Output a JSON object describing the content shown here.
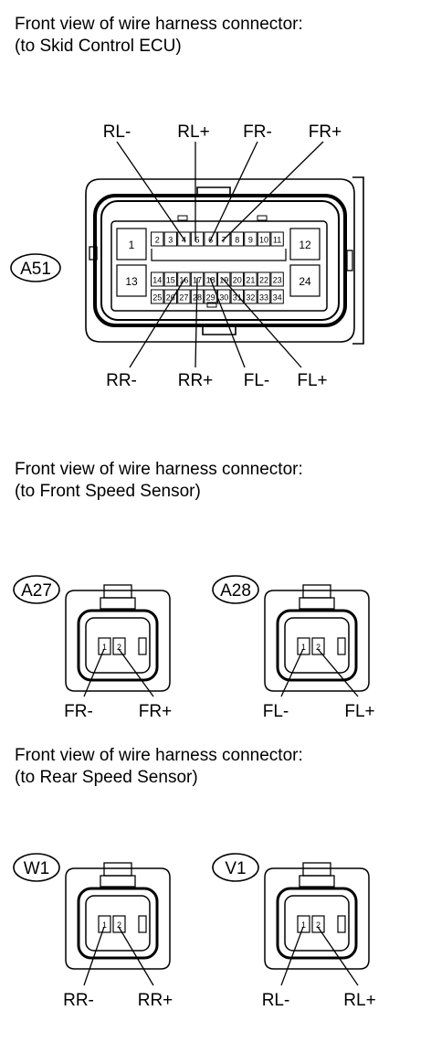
{
  "sections": [
    {
      "line1": "Front view of wire harness connector:",
      "line2": "(to Skid Control ECU)"
    },
    {
      "line1": "Front view of wire harness connector:",
      "line2": "(to Front Speed Sensor)"
    },
    {
      "line1": "Front view of wire harness connector:",
      "line2": "(to Rear Speed Sensor)"
    }
  ],
  "ecu": {
    "code": "A51",
    "top_labels": [
      "RL-",
      "RL+",
      "FR-",
      "FR+"
    ],
    "bottom_labels": [
      "RR-",
      "RR+",
      "FL-",
      "FL+"
    ],
    "pins": {
      "p1": "1",
      "p12": "12",
      "p13": "13",
      "p24": "24",
      "row1": [
        "2",
        "3",
        "4",
        "5",
        "6",
        "7",
        "8",
        "9",
        "10",
        "11"
      ],
      "row2": [
        "14",
        "15",
        "16",
        "17",
        "18",
        "19",
        "20",
        "21",
        "22",
        "23"
      ],
      "row3": [
        "25",
        "26",
        "27",
        "28",
        "29",
        "30",
        "31",
        "32",
        "33",
        "34"
      ]
    }
  },
  "sensors": [
    {
      "code": "A27",
      "pins": [
        "1",
        "2"
      ],
      "labels": [
        "FR-",
        "FR+"
      ]
    },
    {
      "code": "A28",
      "pins": [
        "1",
        "2"
      ],
      "labels": [
        "FL-",
        "FL+"
      ]
    },
    {
      "code": "W1",
      "pins": [
        "1",
        "2"
      ],
      "labels": [
        "RR-",
        "RR+"
      ]
    },
    {
      "code": "V1",
      "pins": [
        "1",
        "2"
      ],
      "labels": [
        "RL-",
        "RL+"
      ]
    }
  ]
}
